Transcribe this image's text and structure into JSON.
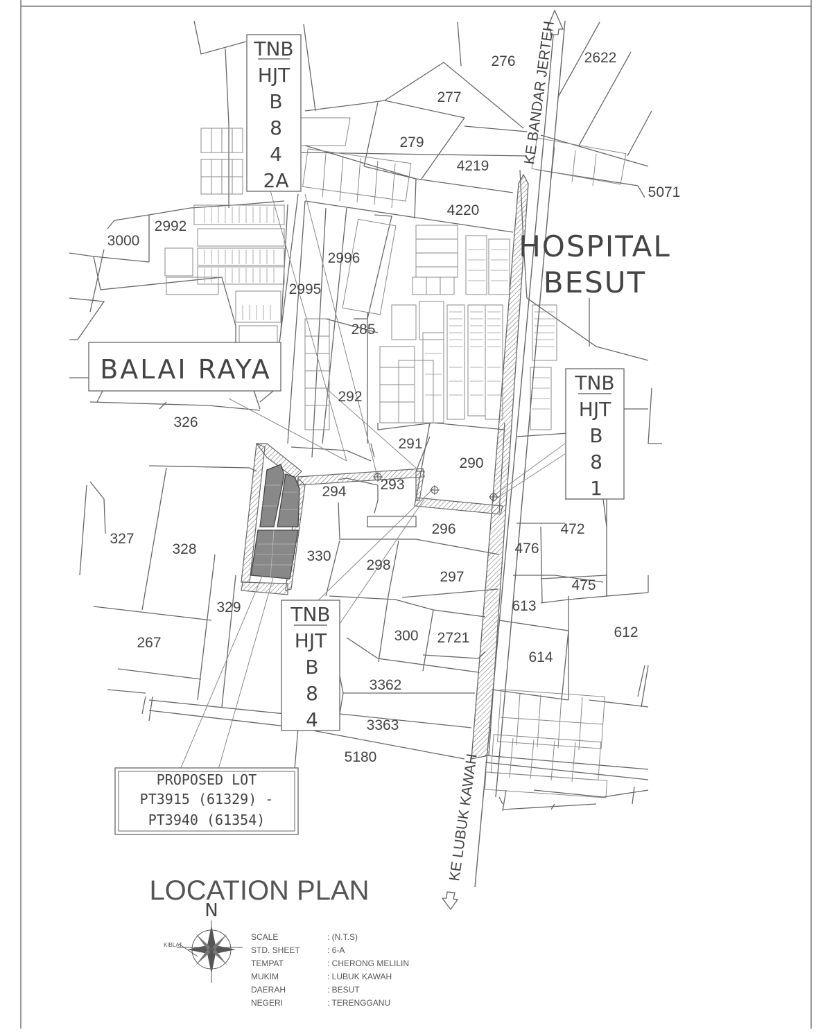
{
  "map": {
    "title": "LOCATION PLAN",
    "north_label": "N",
    "kiblat_label": "KIBLAT",
    "landmarks": {
      "hospital_line1": "HOSPITAL",
      "hospital_line2": "BESUT",
      "balai_raya": "BALAI RAYA"
    },
    "roads": {
      "north": "KE BANDAR JERTEH",
      "south": "KE LUBUK KAWAH"
    },
    "tnb_labels": [
      {
        "lines": [
          "TNB",
          "HJT",
          "B",
          "8",
          "4",
          "2A"
        ]
      },
      {
        "lines": [
          "TNB",
          "HJT",
          "B",
          "8",
          "1"
        ]
      },
      {
        "lines": [
          "TNB",
          "HJT",
          "B",
          "8",
          "4"
        ]
      }
    ],
    "proposed_lot": {
      "line1": "PROPOSED LOT",
      "line2": "PT3915 (61329) -",
      "line3": "PT3940 (61354)"
    },
    "lot_numbers": [
      "276",
      "2622",
      "277",
      "279",
      "4219",
      "5071",
      "4220",
      "2992",
      "3000",
      "2996",
      "2995",
      "285",
      "292",
      "326",
      "291",
      "290",
      "293",
      "294",
      "296",
      "327",
      "328",
      "330",
      "298",
      "297",
      "476",
      "472",
      "475",
      "613",
      "329",
      "612",
      "267",
      "300",
      "2721",
      "614",
      "3362",
      "3363",
      "5180"
    ],
    "info": {
      "labels": [
        "SCALE",
        "STD. SHEET",
        "TEMPAT",
        "MUKIM",
        "DAERAH",
        "NEGERI"
      ],
      "values": [
        ": (N.T.S)",
        ": 6-A",
        ": CHERONG MELILIN",
        ": LUBUK KAWAH",
        ": BESUT",
        ": TERENGGANU"
      ]
    }
  }
}
